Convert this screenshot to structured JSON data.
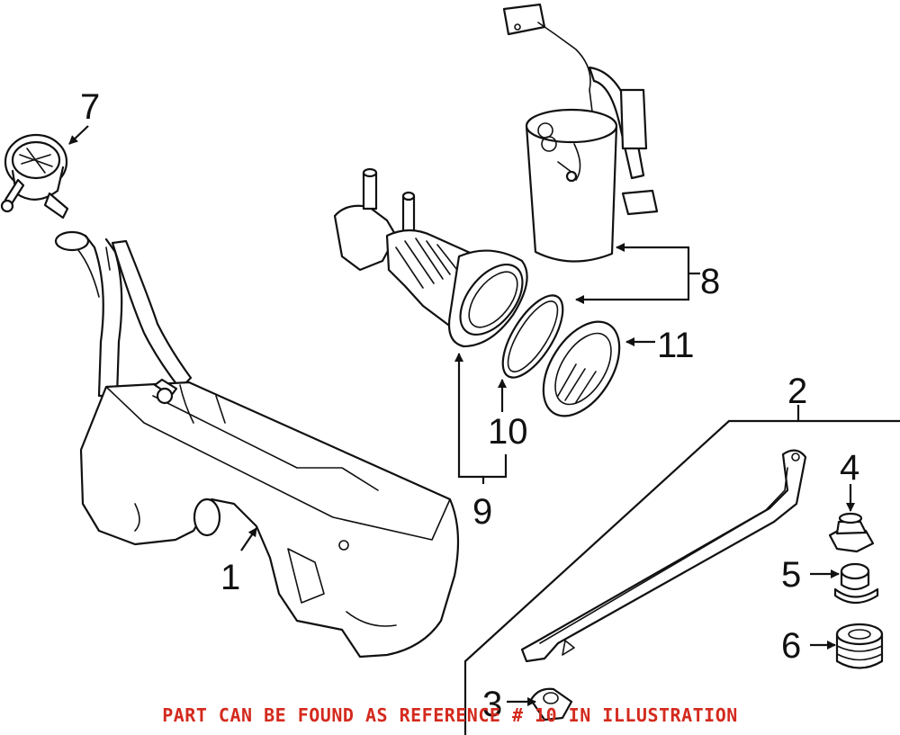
{
  "callouts": {
    "c1": "1",
    "c2": "2",
    "c3": "3",
    "c4": "4",
    "c5": "5",
    "c6": "6",
    "c7": "7",
    "c8": "8",
    "c9": "9",
    "c10": "10",
    "c11": "11"
  },
  "note": "PART CAN BE FOUND AS REFERENCE # 10 IN ILLUSTRATION",
  "colors": {
    "note": "#d42a1e",
    "linework": "#111111"
  }
}
